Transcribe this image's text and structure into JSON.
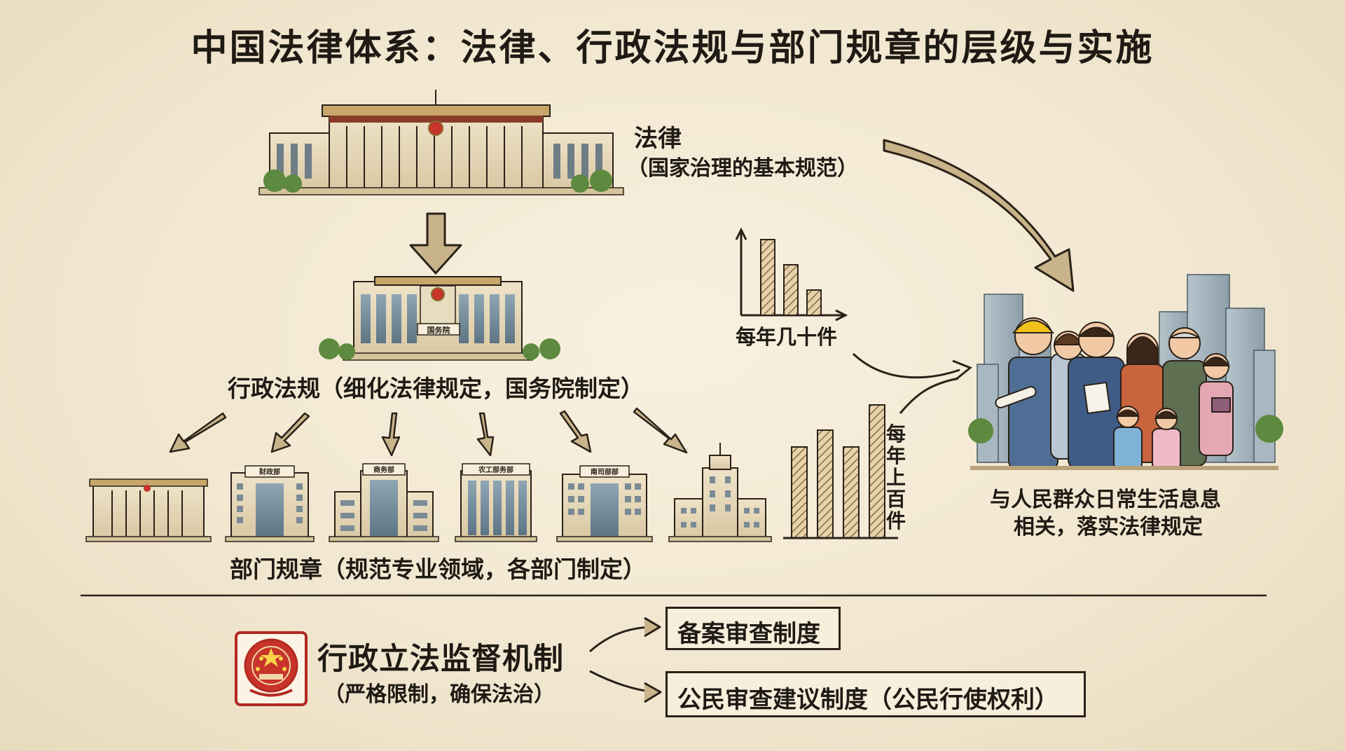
{
  "title": "中国法律体系：法律、行政法规与部门规章的层级与实施",
  "law": {
    "label": "法律",
    "sub": "（国家治理的基本规范）"
  },
  "regulations": {
    "label": "行政法规（细化法律规定，国务院制定）",
    "building_sign": "国务院"
  },
  "rules": {
    "label": "部门规章（规范专业领域，各部门制定）",
    "building_signs": [
      "财政部",
      "商务部",
      "农工部务部",
      "南司部部"
    ]
  },
  "frequency": {
    "few": "每年几十件",
    "many": "每年上百件"
  },
  "people": {
    "line1": "与人民群众日常生活息息",
    "line2": "相关，落实法律规定"
  },
  "supervision": {
    "title": "行政立法监督机制",
    "subtitle": "（严格限制，确保法治）",
    "outcomes": [
      "备案审查制度",
      "公民审查建议制度（公民行使权利）"
    ]
  },
  "chart_data": [
    {
      "type": "bar",
      "label": "每年几十件",
      "values": [
        3,
        2,
        1
      ]
    },
    {
      "type": "bar",
      "label": "每年上百件",
      "values": [
        6.5,
        7.7,
        6.5,
        9.5
      ]
    }
  ],
  "colors": {
    "background": "#f3e9d4",
    "ink": "#1f1a14",
    "arrow_fill": "#c9b38a",
    "seal_red": "#b22a22",
    "tree_green": "#5d8a3e"
  }
}
